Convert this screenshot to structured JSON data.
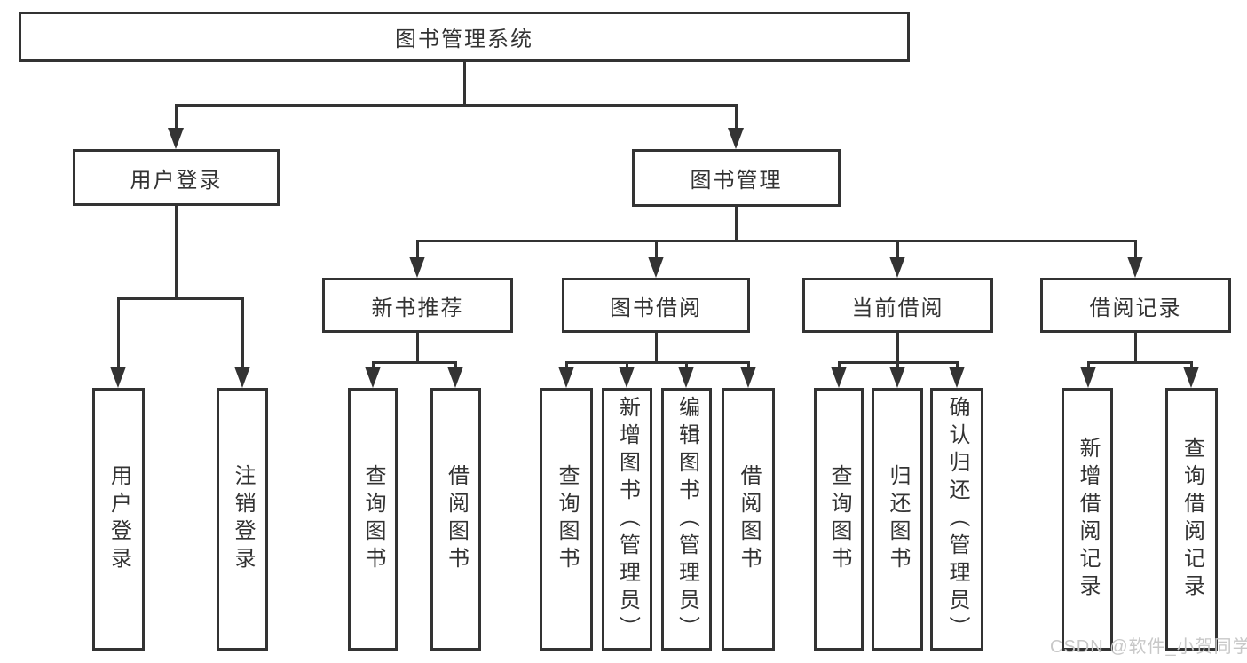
{
  "diagram": {
    "title": "图书管理系统",
    "branches": [
      {
        "label": "用户登录",
        "children": [
          {
            "label": "用户登录"
          },
          {
            "label": "注销登录"
          }
        ]
      },
      {
        "label": "图书管理",
        "children": [
          {
            "label": "新书推荐",
            "children": [
              {
                "label": "查询图书"
              },
              {
                "label": "借阅图书"
              }
            ]
          },
          {
            "label": "图书借阅",
            "children": [
              {
                "label": "查询图书"
              },
              {
                "label": "新增图书（管理员）"
              },
              {
                "label": "编辑图书（管理员）"
              },
              {
                "label": "借阅图书"
              }
            ]
          },
          {
            "label": "当前借阅",
            "children": [
              {
                "label": "查询图书"
              },
              {
                "label": "归还图书"
              },
              {
                "label": "确认归还（管理员）"
              }
            ]
          },
          {
            "label": "借阅记录",
            "children": [
              {
                "label": "新增借阅记录"
              },
              {
                "label": "查询借阅记录"
              }
            ]
          }
        ]
      }
    ]
  },
  "watermark": "CSDN @软件_小贺同学",
  "colors": {
    "line": "#333333",
    "text": "#333333",
    "watermark_text": "#c8c8c8",
    "background": "#ffffff"
  }
}
